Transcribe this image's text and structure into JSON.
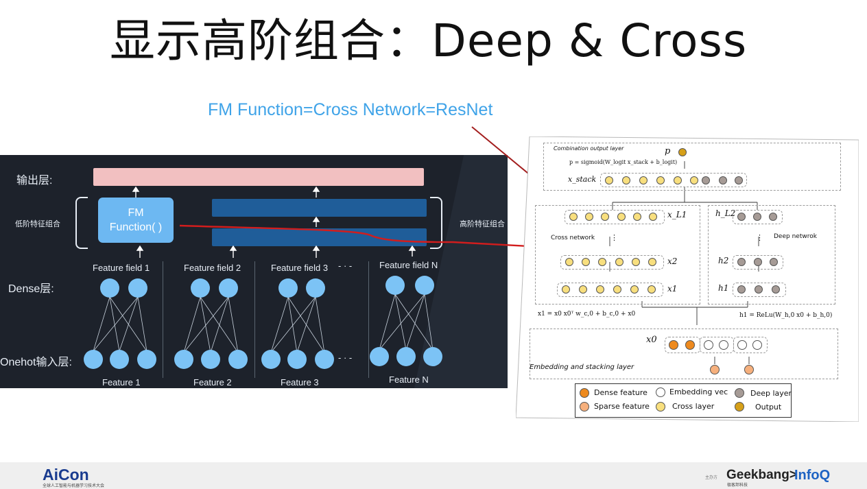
{
  "slide": {
    "title": "显示高阶组合：Deep & Cross",
    "subtitle": "FM Function=Cross Network=ResNet"
  },
  "left_diagram": {
    "output_layer_label": "输出层:",
    "low_order_label": "低阶特征组合",
    "high_order_label": "高阶特征组合",
    "fm_box_line1": "FM",
    "fm_box_line2": "Function( )",
    "dense_label": "Dense层:",
    "onehot_label": "Onehot输入层:",
    "ellipsis": "- · -",
    "feature_fields": [
      "Feature field 1",
      "Feature field 2",
      "Feature field 3",
      "Feature field N"
    ],
    "features": [
      "Feature 1",
      "Feature 2",
      "Feature 3",
      "Feature N"
    ]
  },
  "right_diagram": {
    "combination_label": "Combination output layer",
    "p_symbol": "p",
    "p_formula": "p = sigmoid(W_logit x_stack + b_logit)",
    "x_stack": "x_stack",
    "cross_network_label": "Cross network",
    "deep_network_label": "Deep netwrok",
    "xL1": "x_L1",
    "x2": "x2",
    "x1": "x1",
    "hL2": "h_L2",
    "h2": "h2",
    "h1": "h1",
    "dots": "⋮",
    "x1_formula": "x1 = x0 x0ᵀ w_c,0 + b_c,0 + x0",
    "h1_formula": "h1 = ReLu(W_h,0 x0 + b_h,0)",
    "x0": "x0",
    "embedding_label": "Embedding and stacking layer",
    "legend": [
      {
        "label": "Dense feature",
        "color": "#ee8a1e"
      },
      {
        "label": "Embedding vec",
        "color": "#ffffff"
      },
      {
        "label": "Deep layer",
        "color": "#a69b96"
      },
      {
        "label": "Sparse feature",
        "color": "#f6b07d"
      },
      {
        "label": "Cross layer",
        "color": "#f8df7e"
      },
      {
        "label": "Output",
        "color": "#d6a019"
      }
    ]
  },
  "footer": {
    "aicon": "AiCon",
    "aicon_sub": "全球人工智能与机器学习技术大会",
    "host": "主办方",
    "geek": "Geekbang>",
    "geek_sub": "极客邦科技",
    "infoq": "InfoQ"
  },
  "colors": {
    "subtitle": "#3fa3e8",
    "panel": "#1d222b",
    "node": "#7cc3f5",
    "arrow": "#a31e1e"
  }
}
